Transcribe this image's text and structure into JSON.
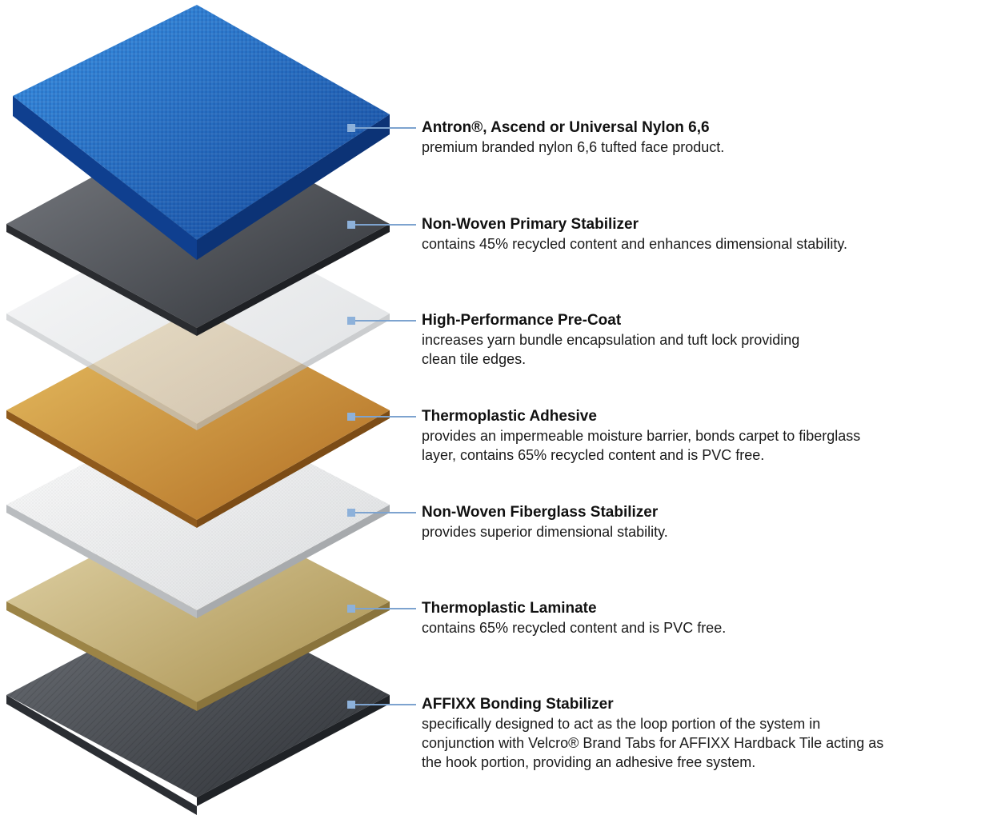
{
  "layers": [
    {
      "id": "nylon",
      "title": "Antron®, Ascend or Universal Nylon 6,6",
      "description": "premium branded nylon 6,6 tufted face product."
    },
    {
      "id": "primary",
      "title": "Non-Woven Primary Stabilizer",
      "description": "contains 45% recycled content and enhances dimensional stability."
    },
    {
      "id": "precoat",
      "title": "High-Performance Pre-Coat",
      "description": "increases yarn bundle encapsulation and tuft lock providing\nclean tile edges."
    },
    {
      "id": "adhesive",
      "title": "Thermoplastic Adhesive",
      "description": "provides an impermeable moisture barrier, bonds carpet to fiberglass\nlayer, contains 65% recycled content and is PVC free."
    },
    {
      "id": "fiberglass",
      "title": "Non-Woven Fiberglass Stabilizer",
      "description": "provides superior dimensional stability."
    },
    {
      "id": "laminate",
      "title": "Thermoplastic Laminate",
      "description": "contains 65% recycled content and is PVC free."
    },
    {
      "id": "affixx",
      "title": "AFFIXX Bonding Stabilizer",
      "description": "specifically designed to act as the loop portion of the system in\nconjunction with Velcro® Brand Tabs for AFFIXX Hardback Tile acting as\nthe hook portion, providing an adhesive free system."
    }
  ],
  "colors": {
    "leader": "#7da3cf",
    "nylon": "#1f6fc4",
    "primary": "#55585e",
    "precoat": "#e6e8ea",
    "adhesive": "#c9913c",
    "fiberglass": "#f1f2f3",
    "laminate": "#c8b682",
    "affixx": "#4b4f55"
  }
}
